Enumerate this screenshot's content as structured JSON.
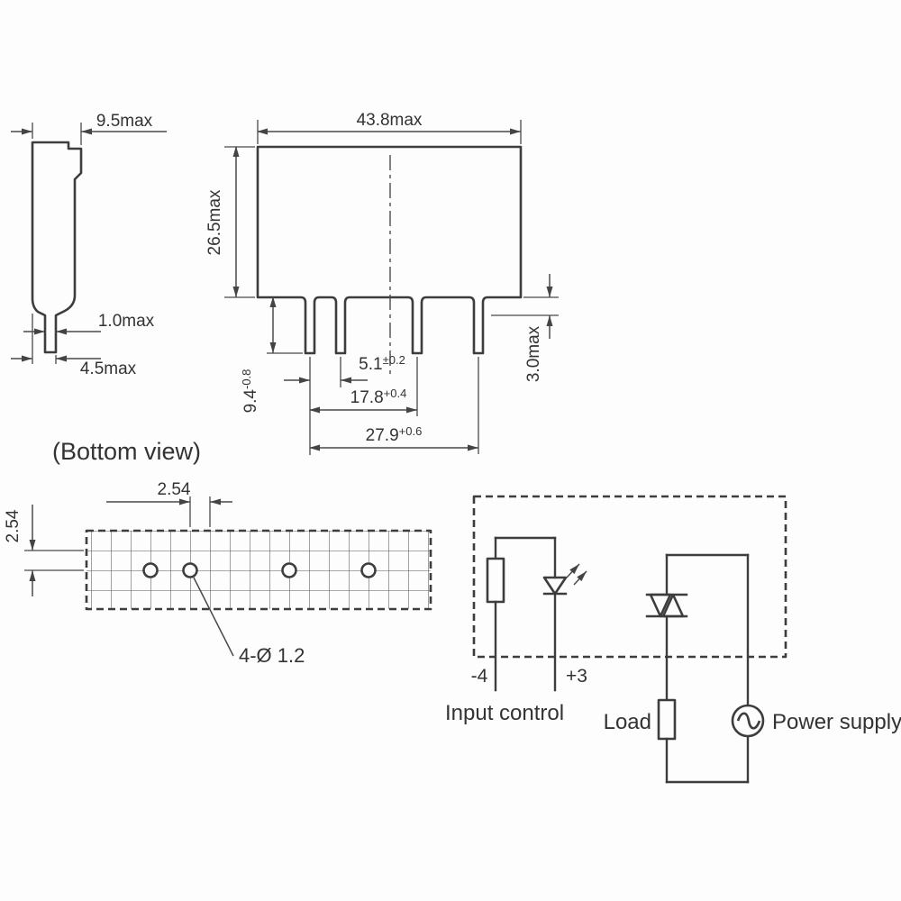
{
  "side_view": {
    "width_dim": "9.5max",
    "pin_thickness_dim": "1.0max",
    "pin_offset_dim": "4.5max"
  },
  "front_view": {
    "width_dim": "43.8max",
    "height_dim": "26.5max",
    "standoff_dim": "3.0max",
    "pin_length": {
      "value": "9.4",
      "tol": "-0.8"
    },
    "pitch_small": {
      "value": "5.1",
      "tol": "±0.2"
    },
    "pitch_mid": {
      "value": "17.8",
      "tol": "+0.4"
    },
    "pitch_large": {
      "value": "27.9",
      "tol": "+0.6"
    }
  },
  "bottom_view": {
    "title": "(Bottom view)",
    "grid_pitch_h": "2.54",
    "grid_pitch_v": "2.54",
    "hole_callout": "4-Ø 1.2"
  },
  "circuit": {
    "terminal_negative": "-4",
    "terminal_positive": "+3",
    "input_label": "Input control",
    "load_label": "Load",
    "power_supply_label": "Power supply"
  }
}
